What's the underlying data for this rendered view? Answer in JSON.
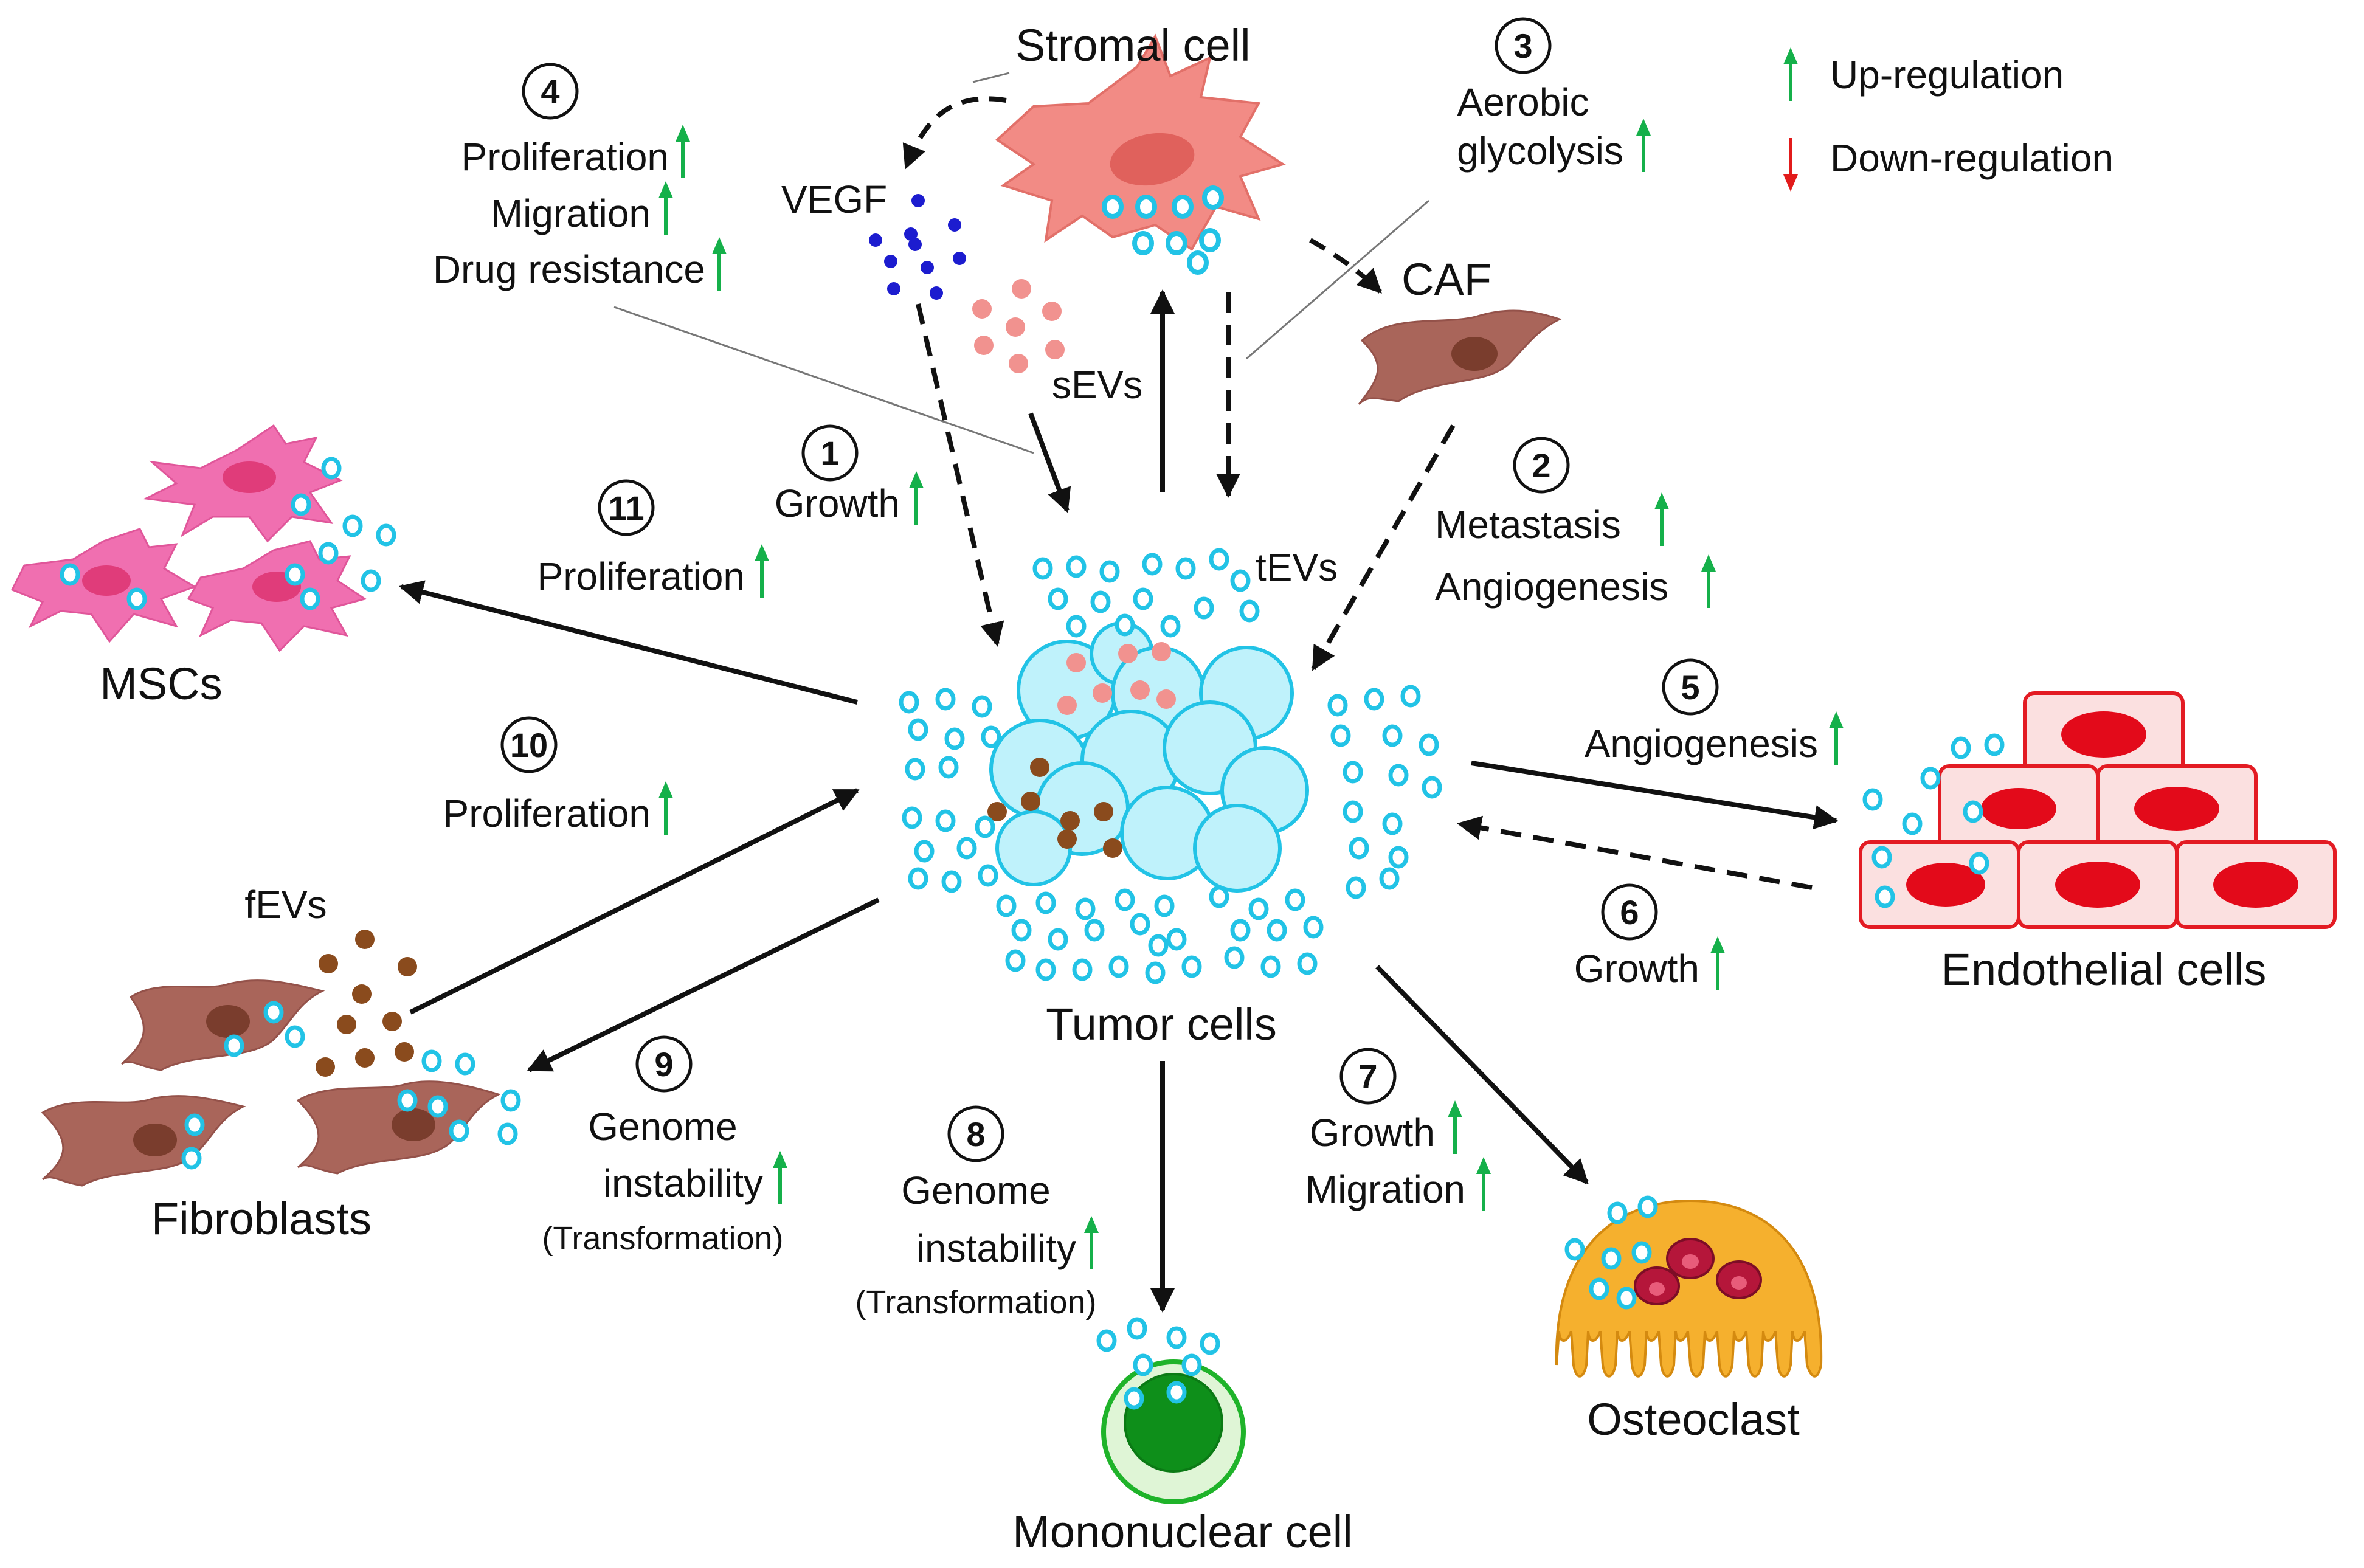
{
  "colors": {
    "up_arrow": "#15b04a",
    "down_arrow": "#e21b1b",
    "ev_ring": "#22c3e6",
    "tumor_fill": "#bff2fb",
    "stromal": "#f28b85",
    "caf_fib": "#a9655a",
    "nucleus_dark": "#7a3d2d",
    "msc": "#f06fb0",
    "endo_fill": "#fbe0e0",
    "endo_line": "#e31b23",
    "mono_green": "#1fb32a",
    "osteo": "#f5b02e",
    "vegf": "#1c1ccf",
    "sev": "#f1928f",
    "fev": "#8a4b1d"
  },
  "legend": {
    "up": "Up-regulation",
    "down": "Down-regulation"
  },
  "cells": {
    "stromal": "Stromal cell",
    "caf": "CAF",
    "msc": "MSCs",
    "fibroblasts": "Fibroblasts",
    "tumor": "Tumor cells",
    "endothelial": "Endothelial cells",
    "mononuclear": "Mononuclear cell",
    "osteoclast": "Osteoclast"
  },
  "vesicles": {
    "vegf": "VEGF",
    "sevs": "sEVs",
    "tevs": "tEVs",
    "fevs": "fEVs"
  },
  "effects": {
    "e1": {
      "num": "1",
      "lines": [
        "Growth"
      ]
    },
    "e2": {
      "num": "2",
      "lines": [
        "Metastasis",
        "Angiogenesis"
      ]
    },
    "e3": {
      "num": "3",
      "lines": [
        "Aerobic",
        "glycolysis"
      ]
    },
    "e4": {
      "num": "4",
      "lines": [
        "Proliferation",
        "Migration",
        "Drug resistance"
      ]
    },
    "e5": {
      "num": "5",
      "lines": [
        "Angiogenesis"
      ]
    },
    "e6": {
      "num": "6",
      "lines": [
        "Growth"
      ]
    },
    "e7": {
      "num": "7",
      "lines": [
        "Growth",
        "Migration"
      ]
    },
    "e8": {
      "num": "8",
      "lines": [
        "Genome",
        "instability",
        "(Transformation)"
      ]
    },
    "e9": {
      "num": "9",
      "lines": [
        "Genome",
        "instability",
        "(Transformation)"
      ]
    },
    "e10": {
      "num": "10",
      "lines": [
        "Proliferation"
      ]
    },
    "e11": {
      "num": "11",
      "lines": [
        "Proliferation"
      ]
    }
  }
}
